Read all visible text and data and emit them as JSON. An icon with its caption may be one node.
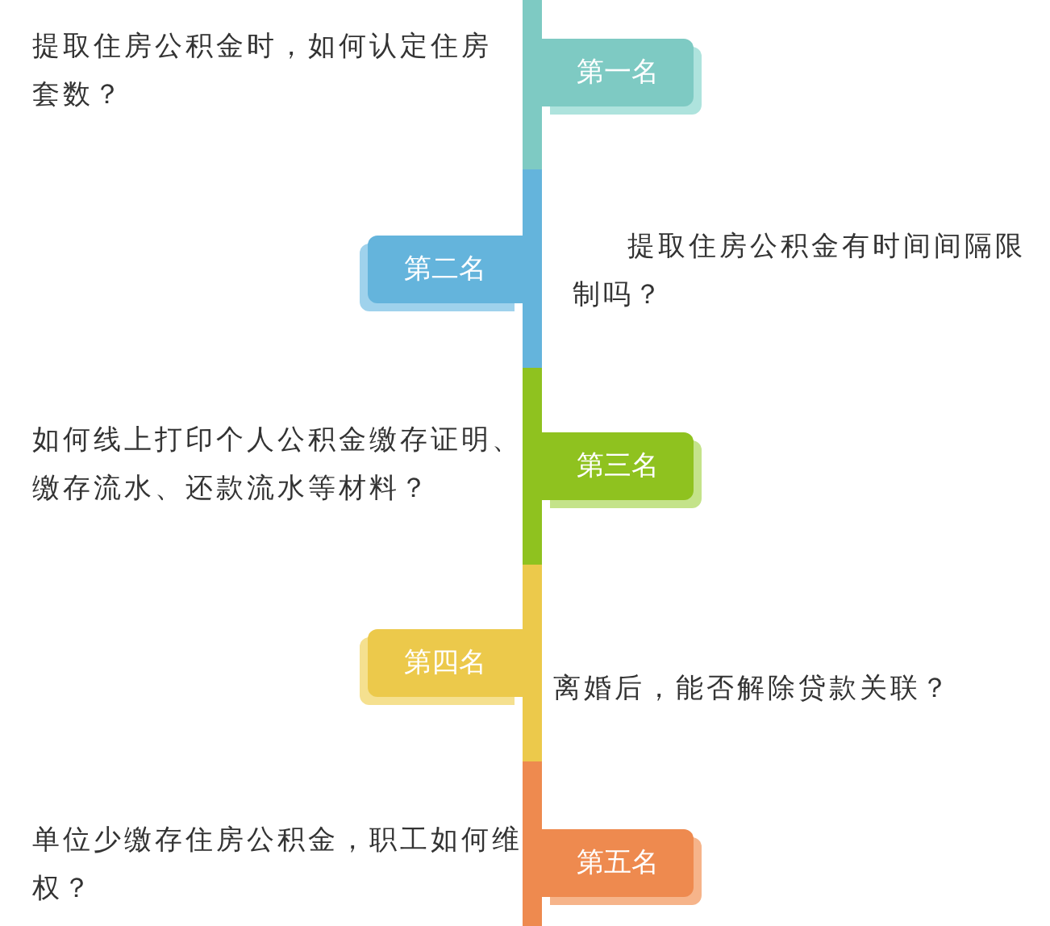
{
  "diagram": {
    "nodes": [
      {
        "text": [
          "第一名"
        ],
        "beside": [
          "提取住房公积金时，如何认定住房套数？"
        ]
      },
      {
        "text": [
          "第二名"
        ],
        "beside": [
          "提取住房公积金有时间间隔限制吗？"
        ]
      },
      {
        "text": [
          "第三名"
        ],
        "beside": [
          "如何线上打印个人公积金缴存证明、缴存流水、还款流水等材料？"
        ]
      },
      {
        "text": [
          "第四名"
        ],
        "beside": [
          "离婚后，能否解除贷款关联？"
        ]
      },
      {
        "text": [
          "第五名"
        ],
        "beside": [
          "单位少缴存住房公积金，职工如何维权？"
        ]
      }
    ]
  }
}
